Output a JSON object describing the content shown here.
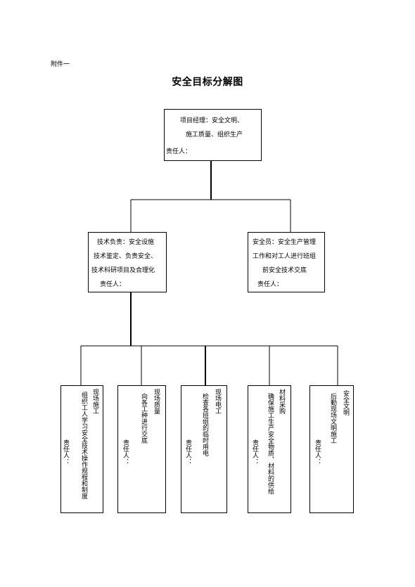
{
  "attachment_label": "附件一",
  "title": "安全目标分解图",
  "top_box": {
    "line1": "项目经理：安全文明、",
    "line2": "施工质量、组织生产",
    "line3": "责任人："
  },
  "mid_left": {
    "line1": "技术负责：安全设施",
    "line2": "技术鉴定、负责安全、",
    "line3": "技术科研项目及合理化",
    "line4": "责任人："
  },
  "mid_right": {
    "line1": "安全员：安全生产管理",
    "line2": "工作和对工人进行班组",
    "line3": "前安全技术交底",
    "line4": "责任人："
  },
  "bottom": [
    {
      "title": "现场施工",
      "desc": "组织工人学习安全技术操作规程和制度",
      "resp": "责任人："
    },
    {
      "title": "现场质量",
      "desc": "向各工种进行交底",
      "resp": "责任人："
    },
    {
      "title": "现场电工",
      "desc": "检查各班组的临时用电",
      "resp": "责任人："
    },
    {
      "title": "材料采购",
      "desc": "确保施工生产安全物质、材料的供给",
      "resp": "责任人："
    },
    {
      "title": "安全文明",
      "desc": "后勤现场文明施工",
      "resp": "责任人："
    }
  ]
}
